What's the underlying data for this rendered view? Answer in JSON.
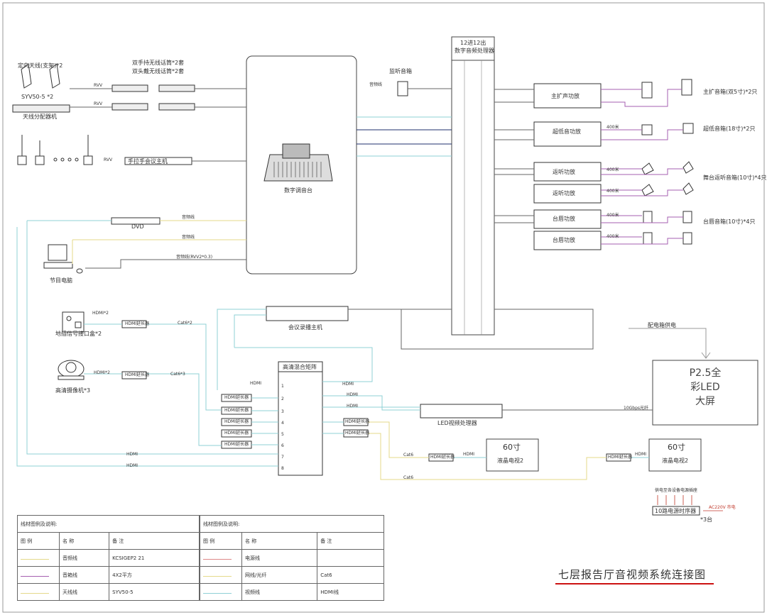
{
  "title": "七层报告厅音视频系统连接图",
  "colors": {
    "teal": "#8fd0d6",
    "navy": "#1f2f6e",
    "purple": "#a65fb0",
    "yellow": "#e4d98a",
    "gray": "#666666",
    "red": "#c0392b",
    "title_underline": "#cc1111"
  },
  "devices": {
    "antenna": "定向天线(支架)*2",
    "antenna_model": "SYV50-5 *2",
    "antenna_distributor": "天线分配器机",
    "wireless_mics": "双手持无线话筒*2套",
    "wireless_mics_b": "双头戴无线话筒*2套",
    "conference_system": "手拉手会议主机",
    "dvd": "DVD",
    "computer": "节目电脑",
    "floor_box": "地插信号接口盒*2",
    "camera": "高清摄像机*3",
    "mixer": "数字调音台",
    "monitor_speaker": "监听音箱",
    "processor": "数字音频处理器",
    "processor_io": "12进12出",
    "recorder": "会议录播主机",
    "matrix": "高清混合矩阵",
    "led_processor": "LED视频处理器",
    "led_screen_lines": [
      "P2.5全",
      "彩LED",
      "大屏"
    ],
    "power_label": "配电箱供电",
    "tv1": "60寸",
    "tv1_sub": "液晶电视2",
    "tv2": "60寸",
    "tv2_sub": "液晶电视2",
    "power_sequencer": "10路电源时序器",
    "power_sequencer_count": "*3台",
    "power_sequencer_note": "供电至各设备电源插座",
    "ac_label": "AC220V 市电"
  },
  "amps": [
    {
      "name": "主扩声功放",
      "out": "",
      "speaker": "主扩音箱(双5寸)*2只"
    },
    {
      "name": "超低音功放",
      "out": "400米",
      "speaker": "超低音箱(18寸)*2只"
    },
    {
      "name": "返听功放",
      "out": "400米",
      "speaker": "舞台返听音箱(10寸)*4只"
    },
    {
      "name": "返听功放",
      "out": "400米",
      "speaker": ""
    },
    {
      "name": "台唇功放",
      "out": "400米",
      "speaker": "台唇音箱(10寸)*4只"
    },
    {
      "name": "台唇功放",
      "out": "400米",
      "speaker": ""
    }
  ],
  "signal_labels": {
    "hdmi": "HDMI",
    "hdmi_x2": "HDMI*2",
    "hdmi_ext": "HDMI延长器",
    "cat6": "Cat6",
    "rvv": "RVV",
    "syv": "SYV50-5 *2",
    "cat6_x2": "Cat6*2",
    "cat6_x3": "Cat6*3",
    "fiber": "10Gbps光纤",
    "audio": "音频线",
    "audio_line": "音频线(RVV2*0.3)"
  },
  "matrix_ports": [
    "1",
    "2",
    "3",
    "4",
    "5",
    "6",
    "7",
    "8"
  ],
  "legend": {
    "left_title": "线材图例及说明:",
    "right_title": "线材图例及说明:",
    "header_symbol": "图 例",
    "header_name": "名 称",
    "header_note": "备 注",
    "left_rows": [
      {
        "name": "音频线",
        "note": "KCSIGEP2 21"
      },
      {
        "name": "音箱线",
        "note": "4X2平方"
      },
      {
        "name": "天线线",
        "note": "SYV50-5"
      }
    ],
    "right_rows": [
      {
        "name": "电源线",
        "note": ""
      },
      {
        "name": "网线/光纤",
        "note": "Cat6"
      },
      {
        "name": "视频线",
        "note": "HDMI线"
      }
    ]
  }
}
